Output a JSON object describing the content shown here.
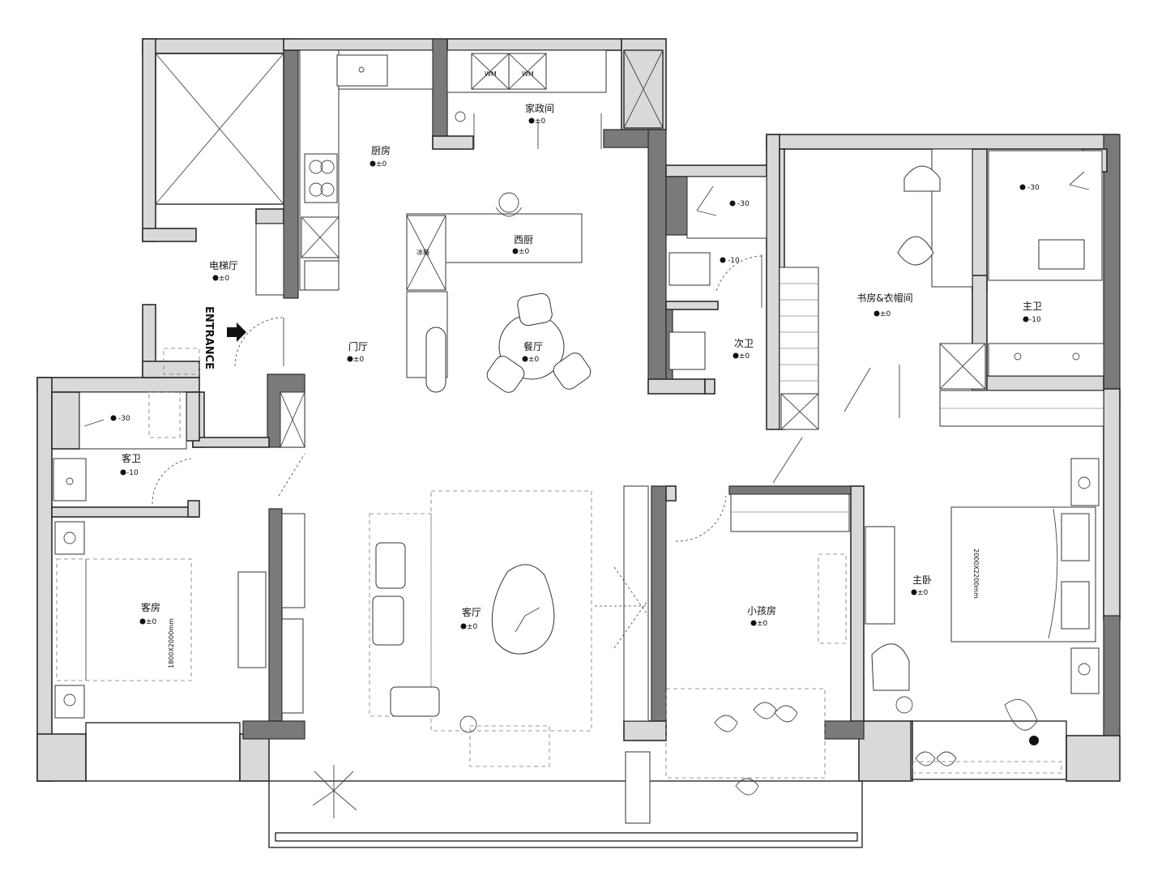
{
  "rooms": {
    "elevator_hall": {
      "label": "电梯厅",
      "level": "±0"
    },
    "kitchen": {
      "label": "厨房",
      "level": "±0"
    },
    "housework": {
      "label": "家政间",
      "level": "±0"
    },
    "western_kitchen": {
      "label": "西厨",
      "level": "±0"
    },
    "foyer": {
      "label": "门厅",
      "level": "±0"
    },
    "dining": {
      "label": "餐厅",
      "level": "±0"
    },
    "second_bath": {
      "label": "次卫",
      "level": "±0"
    },
    "study": {
      "label": "书房&衣帽间",
      "level": "±0"
    },
    "master_bath": {
      "label": "主卫",
      "level": "-10"
    },
    "guest_bath": {
      "label": "客卫",
      "level": "-10"
    },
    "guest_room": {
      "label": "客房",
      "level": "±0"
    },
    "living": {
      "label": "客厅",
      "level": "±0"
    },
    "kids_room": {
      "label": "小孩房",
      "level": "±0"
    },
    "master_bed": {
      "label": "主卧",
      "level": "±0"
    }
  },
  "annotations": {
    "fridge": "冰箱",
    "washer_1": "WM",
    "washer_2": "WM",
    "entrance": "ENTRANCE",
    "guest_bed_size": "1800X2000mm",
    "master_bed_size": "2000X2200mm",
    "shower_second": "-30",
    "second_bath_floor": "-10",
    "shower_master": "-30",
    "shower_guest": "-30"
  },
  "colors": {
    "wall_fill": "#d9d9d9",
    "wall_dark": "#7a7a7a",
    "line": "#2b2b2b"
  }
}
